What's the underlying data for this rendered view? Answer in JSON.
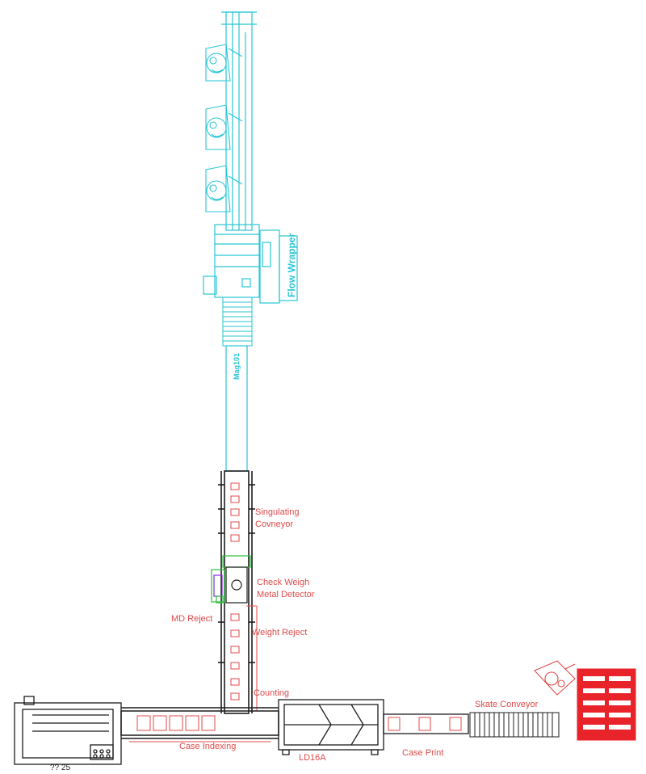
{
  "colors": {
    "upstream": "#27c6d6",
    "downstream": "#e04a4a",
    "structure": "#1c1c1c",
    "accent_green": "#2bbf3a",
    "accent_purple": "#8a2be2"
  },
  "labels": {
    "flow_wrapper": "Flow Wrapper",
    "magnet": "Mag101",
    "singulating_line1": "Singulating",
    "singulating_line2": "Covneyor",
    "check_weigh_line1": "Check Weigh",
    "check_weigh_line2": "Metal Detector",
    "md_reject": "MD Reject",
    "weight_reject": "Weight Reject",
    "counting": "Counting",
    "case_indexing": "Case Indexing",
    "ld16a": "LD16A",
    "case_print": "Case Print",
    "skate_conveyor": "Skate Conveyor",
    "erector": "?? 25"
  }
}
